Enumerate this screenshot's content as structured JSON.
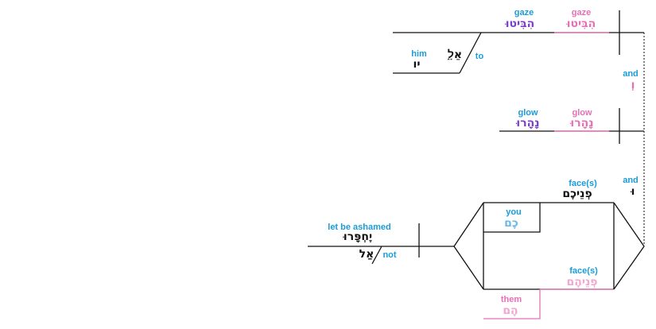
{
  "clauses": {
    "gaze_clause": {
      "verb1": {
        "gloss": "gaze",
        "hebrew": "הִבִּיטוּ"
      },
      "verb2": {
        "gloss": "gaze",
        "hebrew": "הִבִּיטוּ"
      },
      "prep": {
        "gloss": "to",
        "hebrew": "אֵלָ֑"
      },
      "object": {
        "gloss": "him",
        "hebrew": "יו"
      }
    },
    "conj1": {
      "gloss": "and",
      "hebrew": "וְ"
    },
    "glow_clause": {
      "verb1": {
        "gloss": "glow",
        "hebrew": "נָהָרוּ"
      },
      "verb2": {
        "gloss": "glow",
        "hebrew": "נָהָרוּ"
      }
    },
    "conj2": {
      "gloss": "and",
      "hebrew": "וּ"
    },
    "shame_clause": {
      "subject1": {
        "gloss": "face(s)",
        "hebrew": "פְנֵיכֶם"
      },
      "possessor1": {
        "gloss": "you",
        "hebrew": "כֶם"
      },
      "subject2": {
        "gloss": "face(s)",
        "hebrew": "פְנֵיהֶם"
      },
      "possessor2": {
        "gloss": "them",
        "hebrew": "הֶם"
      },
      "verb": {
        "gloss": "let be ashamed",
        "hebrew": "יֶחְפָּרוּ"
      },
      "negation": {
        "gloss": "not",
        "hebrew": "אַל"
      }
    }
  },
  "colors": {
    "gloss": "#1a9cd8",
    "purple": "#7b3fd0",
    "pink": "#e86fb6",
    "black": "#111111",
    "gray": "#8a8a8a",
    "light_blue": "#6bb9e8",
    "light_pink": "#f2a6d0"
  }
}
